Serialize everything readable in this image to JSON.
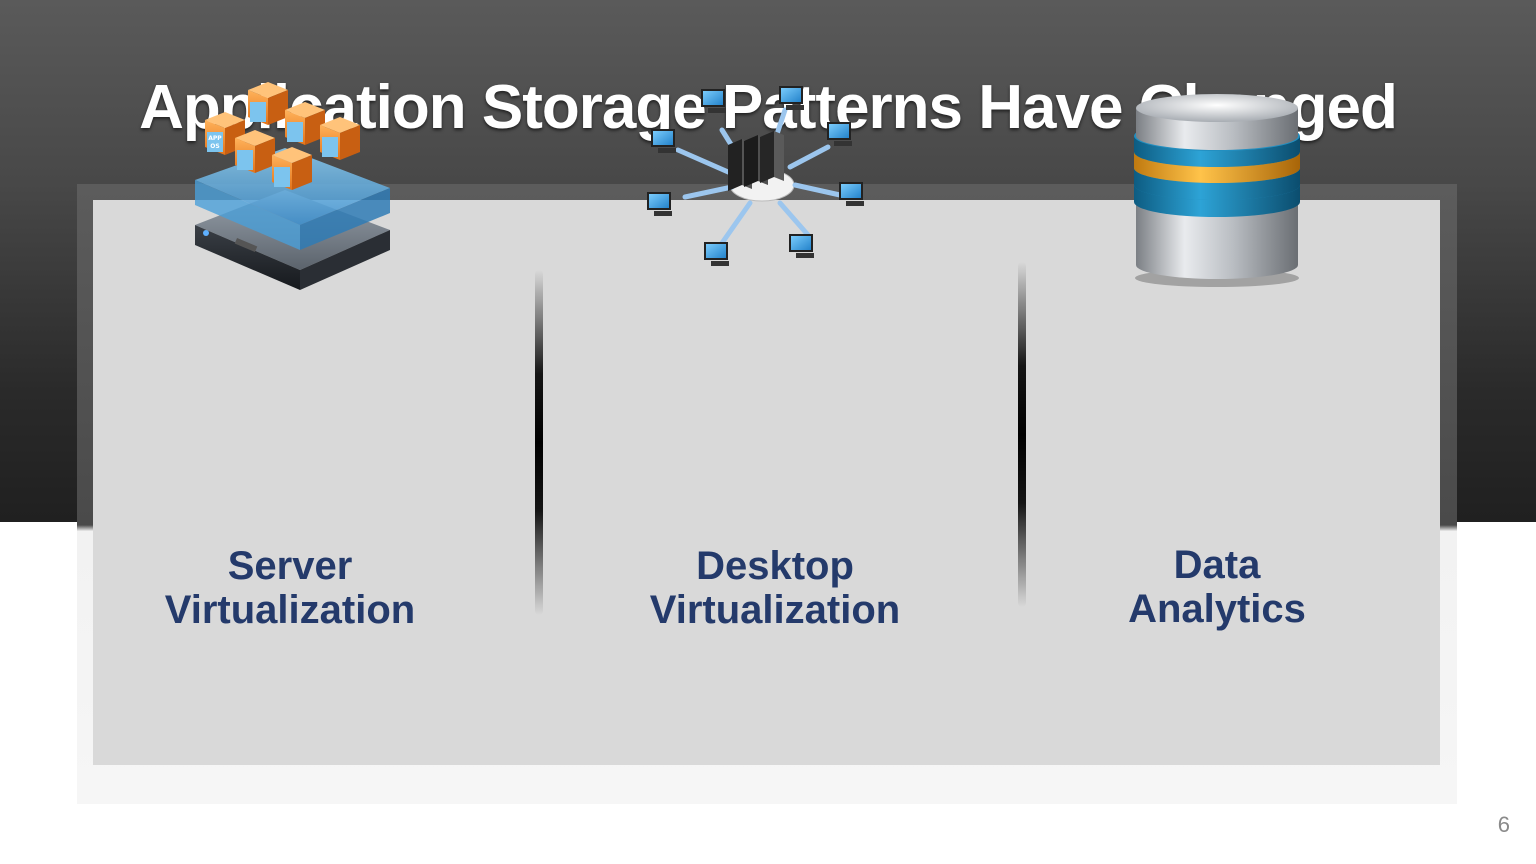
{
  "slide": {
    "title": "Application Storage Patterns Have Changed",
    "page_number": "6"
  },
  "columns": [
    {
      "label": "Server\nVirtualization",
      "icon": "virtual-server-icon"
    },
    {
      "label": "Desktop\nVirtualization",
      "icon": "desktop-network-icon"
    },
    {
      "label": "Data\nAnalytics",
      "icon": "database-icon"
    }
  ],
  "icon_labels": {
    "app": "APP",
    "os": "OS"
  },
  "colors": {
    "title_text": "#ffffff",
    "label_text": "#243a6b",
    "panel_background": "#d9d9d9",
    "app_box_orange": "#f08a24",
    "vm_blue": "#4aa8e0",
    "database_gold": "#f0a020",
    "database_blue": "#1a7aa8"
  }
}
